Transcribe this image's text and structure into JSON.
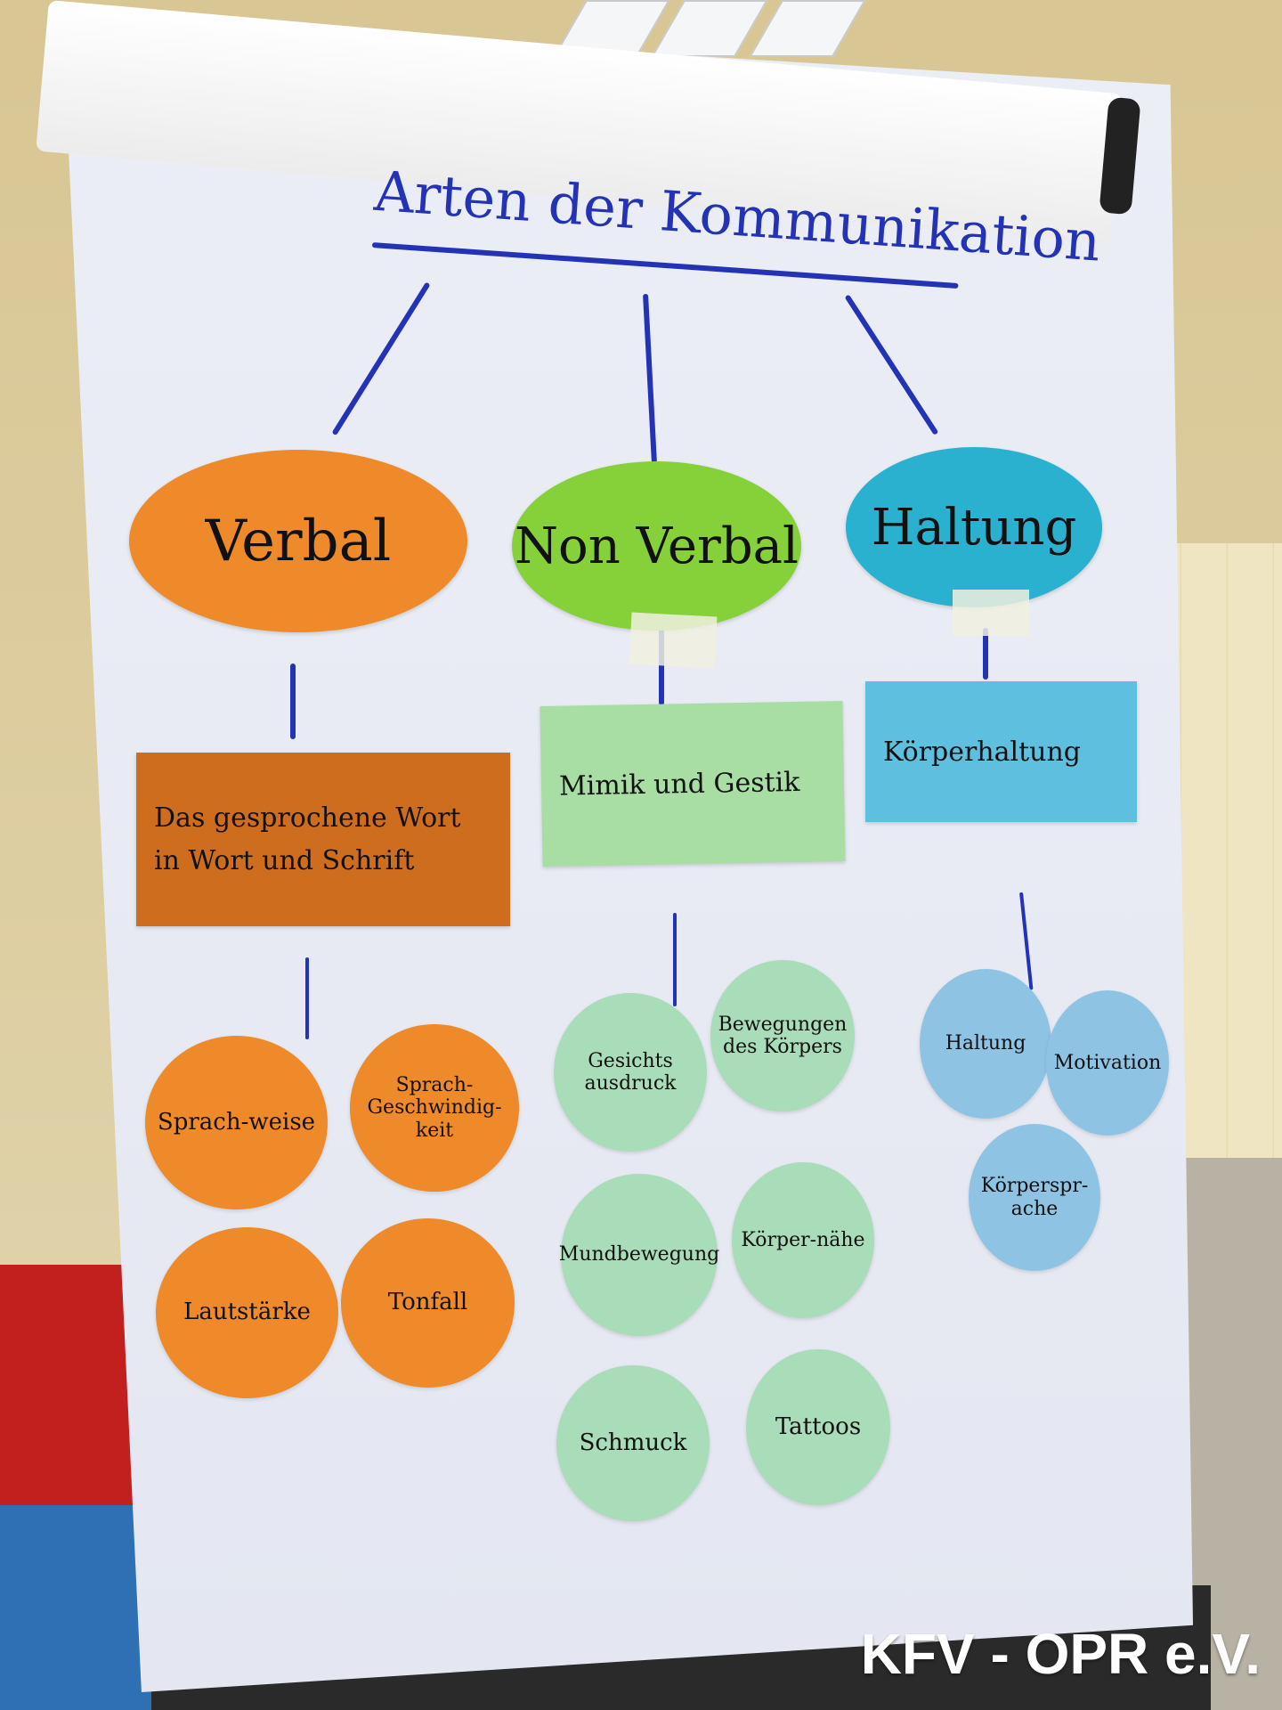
{
  "title": "Arten der Kommunikation",
  "categories": [
    {
      "name": "Verbal",
      "card": "Das gesprochene Wort in Wort und Schrift",
      "items": [
        "Sprach-weise",
        "Sprach-Geschwindig-keit",
        "Lautstärke",
        "Tonfall"
      ]
    },
    {
      "name": "Non Verbal",
      "card": "Mimik und Gestik",
      "items": [
        "Gesichts ausdruck",
        "Bewegungen des Körpers",
        "Mundbewegung",
        "Körper-nähe",
        "Schmuck",
        "Tattoos"
      ]
    },
    {
      "name": "Haltung",
      "card": "Körperhaltung",
      "items": [
        "Haltung",
        "Motivation",
        "Körperspr-ache"
      ]
    }
  ],
  "watermark": "KFV - OPR e.V.",
  "colors": {
    "marker": "#2433b5",
    "verbal": "#ef8a2a",
    "nonverbal": "#86d13a",
    "haltung": "#2ab1cf"
  }
}
